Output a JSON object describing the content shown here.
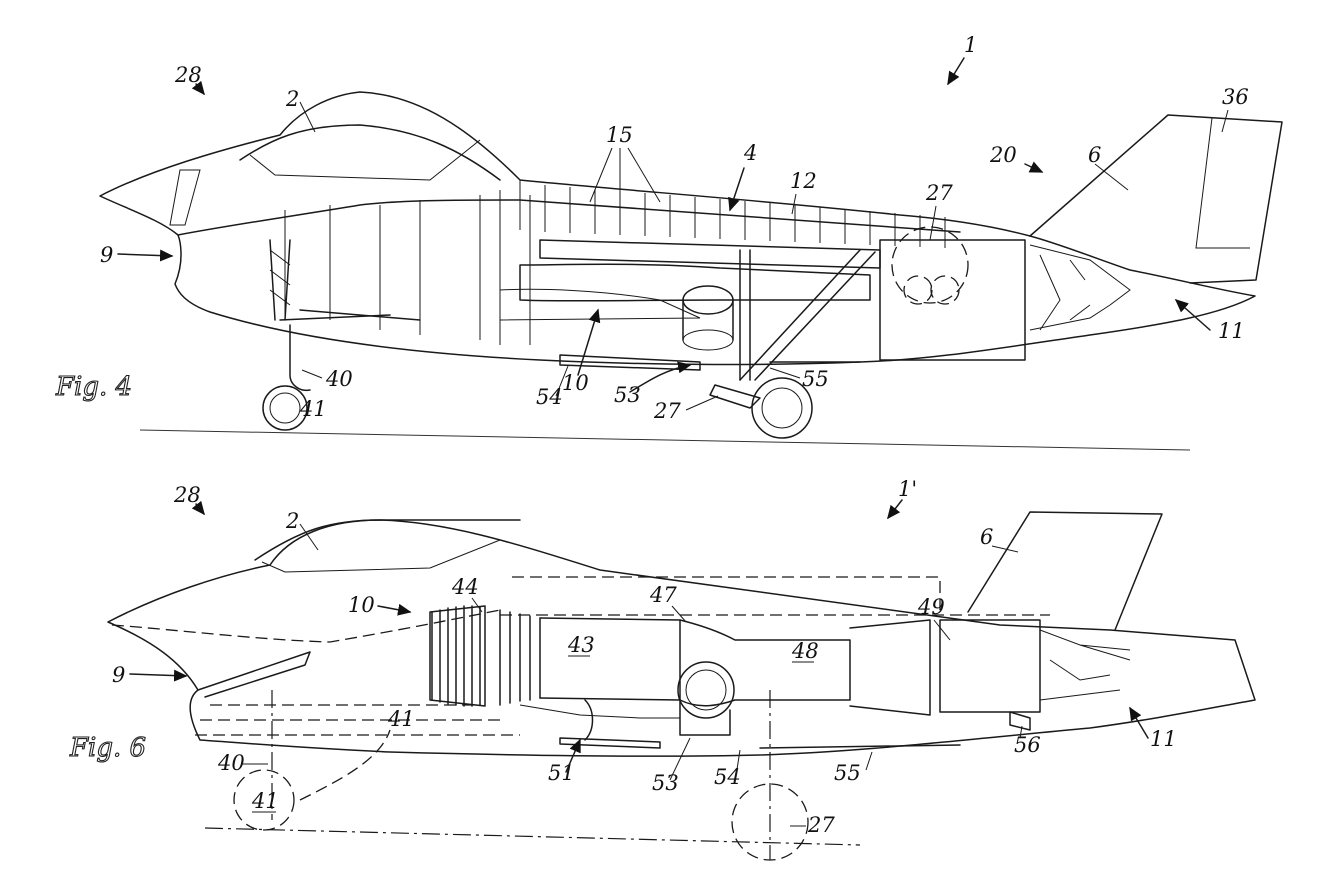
{
  "figures": [
    {
      "caption": "Fig. 4",
      "labels": {
        "assembly": "1",
        "canopy": "2",
        "bay": "4",
        "tail": "6",
        "inlet": "9",
        "duct": "10",
        "nozzle": "11",
        "skin": "12",
        "frames": "15",
        "aft_view": "20",
        "main_gear": "27",
        "engine_face": "27",
        "fwd_view": "28",
        "rudder": "36",
        "nose_strut": "40",
        "nose_wheel": "41",
        "fan": "53",
        "door_fwd": "54",
        "door_aft": "55"
      }
    },
    {
      "caption": "Fig. 6",
      "labels": {
        "assembly": "1'",
        "canopy": "2",
        "tail": "6",
        "inlet": "9",
        "duct": "10",
        "nozzle": "11",
        "main_gear": "27",
        "fwd_view": "28",
        "nose_strut": "40",
        "nose_wheel": "41",
        "nose_wheel_b": "41",
        "compressor": "43",
        "lift_fan": "44",
        "combustor": "47",
        "turbine": "48",
        "exhaust": "49",
        "shaft": "51",
        "fan": "53",
        "door_fwd": "54",
        "door_aft": "55",
        "vane": "56"
      }
    }
  ]
}
